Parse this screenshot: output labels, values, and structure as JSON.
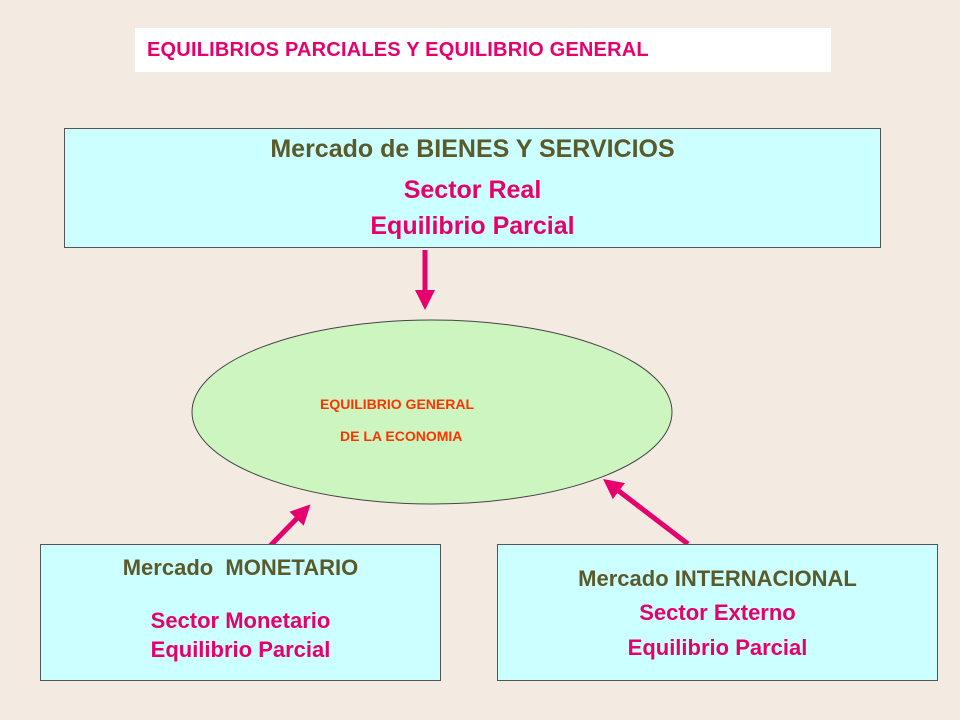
{
  "title": "EQUILIBRIOS PARCIALES Y EQUILIBRIO GENERAL",
  "colors": {
    "background": "#f3ebe2",
    "box_fill": "#ccffff",
    "ellipse_fill": "#ccf5bf",
    "accent": "#e6006e",
    "olive_text": "#5a5a2a",
    "ellipse_text": "#ff3300"
  },
  "nodes": {
    "real": {
      "line1": "Mercado de BIENES Y SERVICIOS",
      "line2": "Sector Real",
      "line3": "Equilibrio Parcial"
    },
    "general": {
      "line1": "EQUILIBRIO GENERAL",
      "line2": "DE LA ECONOMIA"
    },
    "monetario": {
      "line1": "Mercado  MONETARIO",
      "line2": "Sector Monetario",
      "line3": "Equilibrio Parcial"
    },
    "internacional": {
      "line1": "Mercado INTERNACIONAL",
      "line2": "Sector Externo",
      "line3": "Equilibrio Parcial"
    }
  },
  "edges": [
    {
      "from": "real",
      "to": "general"
    },
    {
      "from": "monetario",
      "to": "general"
    },
    {
      "from": "internacional",
      "to": "general"
    }
  ]
}
